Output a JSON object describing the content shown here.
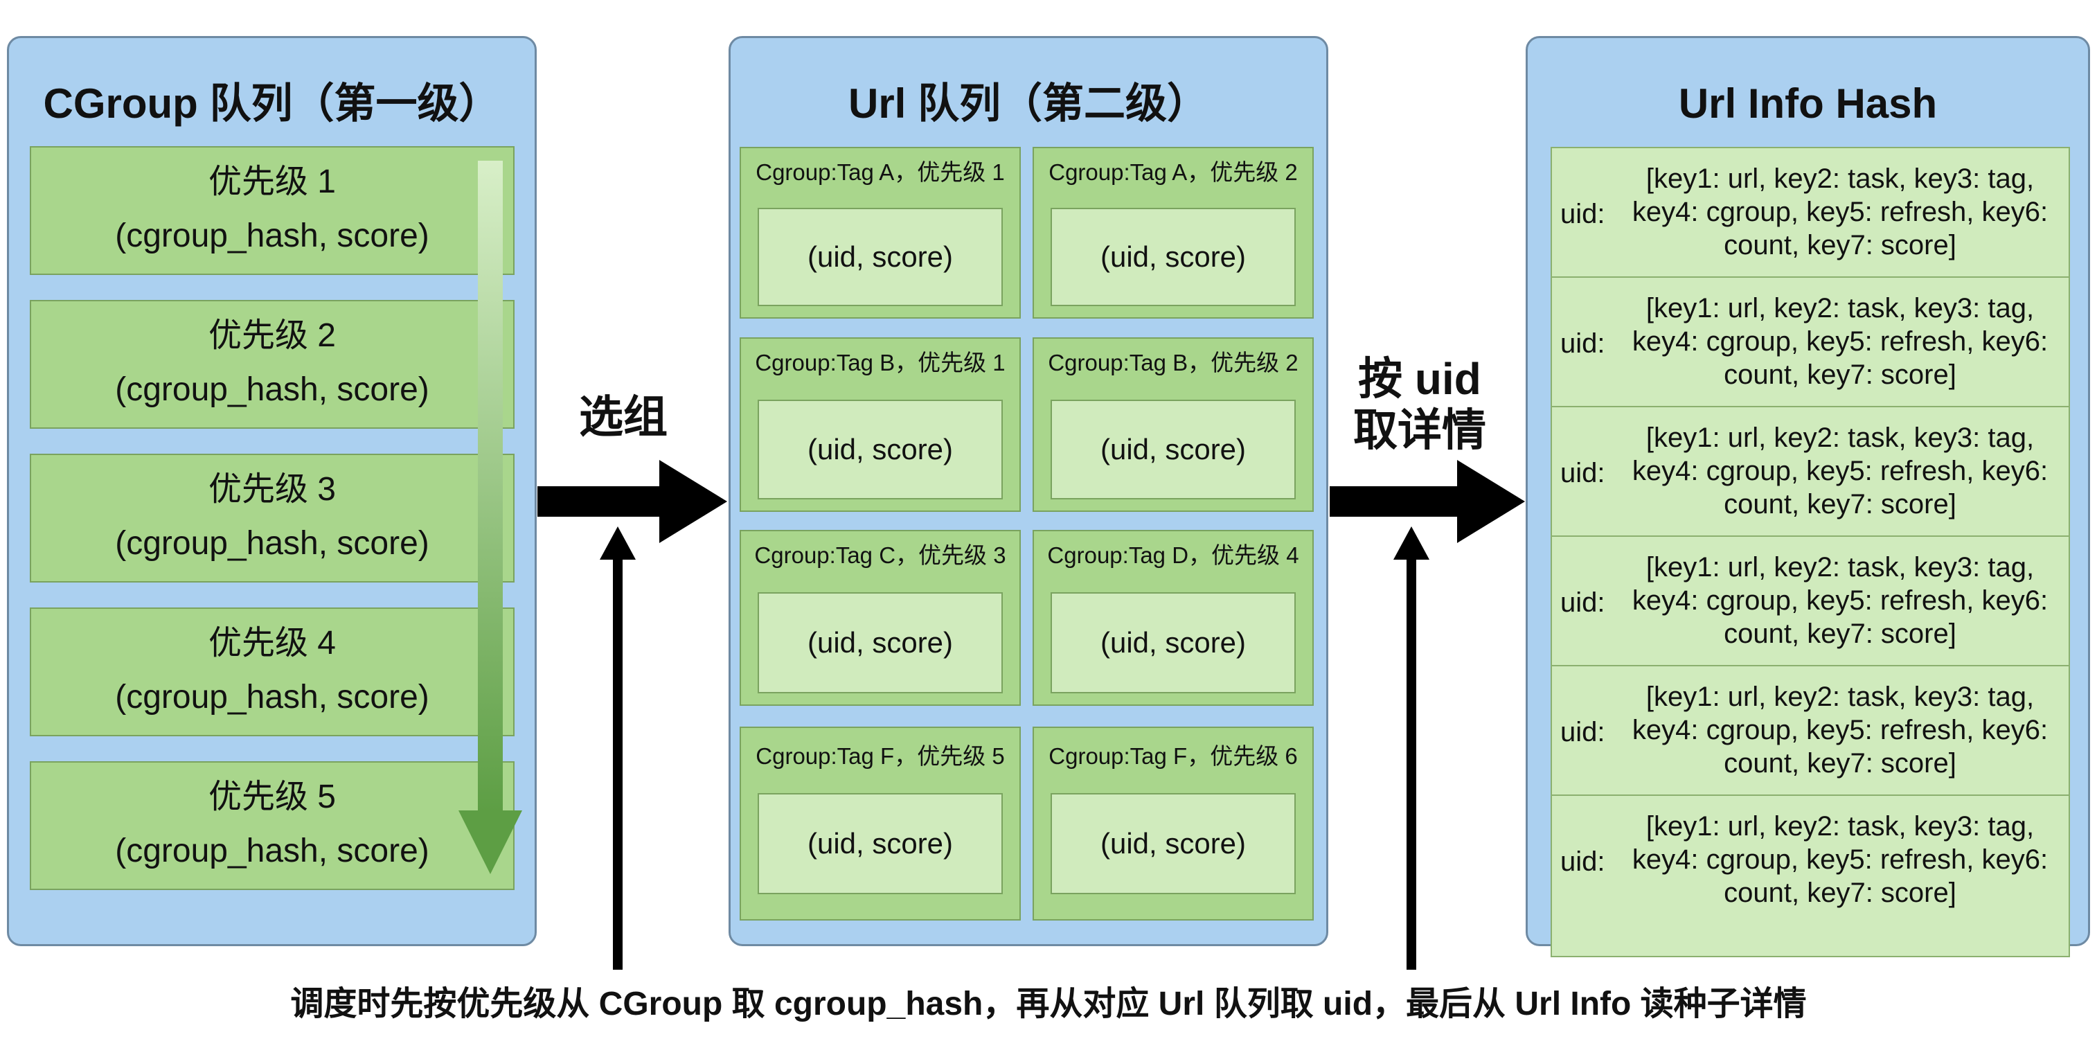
{
  "panels": {
    "cgroup": {
      "title": "CGroup 队列（第一级）",
      "items": [
        {
          "priority": "优先级 1",
          "value": "(cgroup_hash, score)"
        },
        {
          "priority": "优先级 2",
          "value": "(cgroup_hash, score)"
        },
        {
          "priority": "优先级 3",
          "value": "(cgroup_hash, score)"
        },
        {
          "priority": "优先级 4",
          "value": "(cgroup_hash, score)"
        },
        {
          "priority": "优先级 5",
          "value": "(cgroup_hash, score)"
        }
      ]
    },
    "url": {
      "title": "Url 队列（第二级）",
      "cells": [
        {
          "label": "Cgroup:Tag A，优先级 1",
          "value": "(uid, score)"
        },
        {
          "label": "Cgroup:Tag A，优先级 2",
          "value": "(uid, score)"
        },
        {
          "label": "Cgroup:Tag B，优先级 1",
          "value": "(uid, score)"
        },
        {
          "label": "Cgroup:Tag B，优先级 2",
          "value": "(uid, score)"
        },
        {
          "label": "Cgroup:Tag C，优先级 3",
          "value": "(uid, score)"
        },
        {
          "label": "Cgroup:Tag D，优先级 4",
          "value": "(uid, score)"
        },
        {
          "label": "Cgroup:Tag F，优先级 5",
          "value": "(uid, score)"
        },
        {
          "label": "Cgroup:Tag F，优先级 6",
          "value": "(uid, score)"
        }
      ]
    },
    "hash": {
      "title": "Url Info Hash",
      "rows": [
        {
          "uid": "uid:",
          "line1": "[key1: url, key2: task, key3: tag,",
          "line2": "key4: cgroup, key5: refresh, key6:",
          "line3": "count, key7: score]"
        },
        {
          "uid": "uid:",
          "line1": "[key1: url, key2: task, key3: tag,",
          "line2": "key4: cgroup, key5: refresh, key6:",
          "line3": "count, key7: score]"
        },
        {
          "uid": "uid:",
          "line1": "[key1: url, key2: task, key3: tag,",
          "line2": "key4: cgroup, key5: refresh, key6:",
          "line3": "count, key7: score]"
        },
        {
          "uid": "uid:",
          "line1": "[key1: url, key2: task, key3: tag,",
          "line2": "key4: cgroup, key5: refresh, key6:",
          "line3": "count, key7: score]"
        },
        {
          "uid": "uid:",
          "line1": "[key1: url, key2: task, key3: tag,",
          "line2": "key4: cgroup, key5: refresh, key6:",
          "line3": "count, key7: score]"
        },
        {
          "uid": "uid:",
          "line1": "[key1: url, key2: task, key3: tag,",
          "line2": "key4: cgroup, key5: refresh, key6:",
          "line3": "count, key7: score]"
        }
      ]
    }
  },
  "arrows": {
    "select_group_label": "选组",
    "fetch_detail_line1": "按 uid",
    "fetch_detail_line2": "取详情"
  },
  "caption": "调度时先按优先级从 CGroup 取 cgroup_hash，再从对应 Url 队列取 uid，最后从 Url Info 读种子详情",
  "colors": {
    "panel_fill": "#abd0f0",
    "item_fill": "#a9d68c",
    "inner_fill": "#d0ebbd",
    "priority_arrow": "#5d9e44",
    "flow_arrow": "#000000"
  }
}
